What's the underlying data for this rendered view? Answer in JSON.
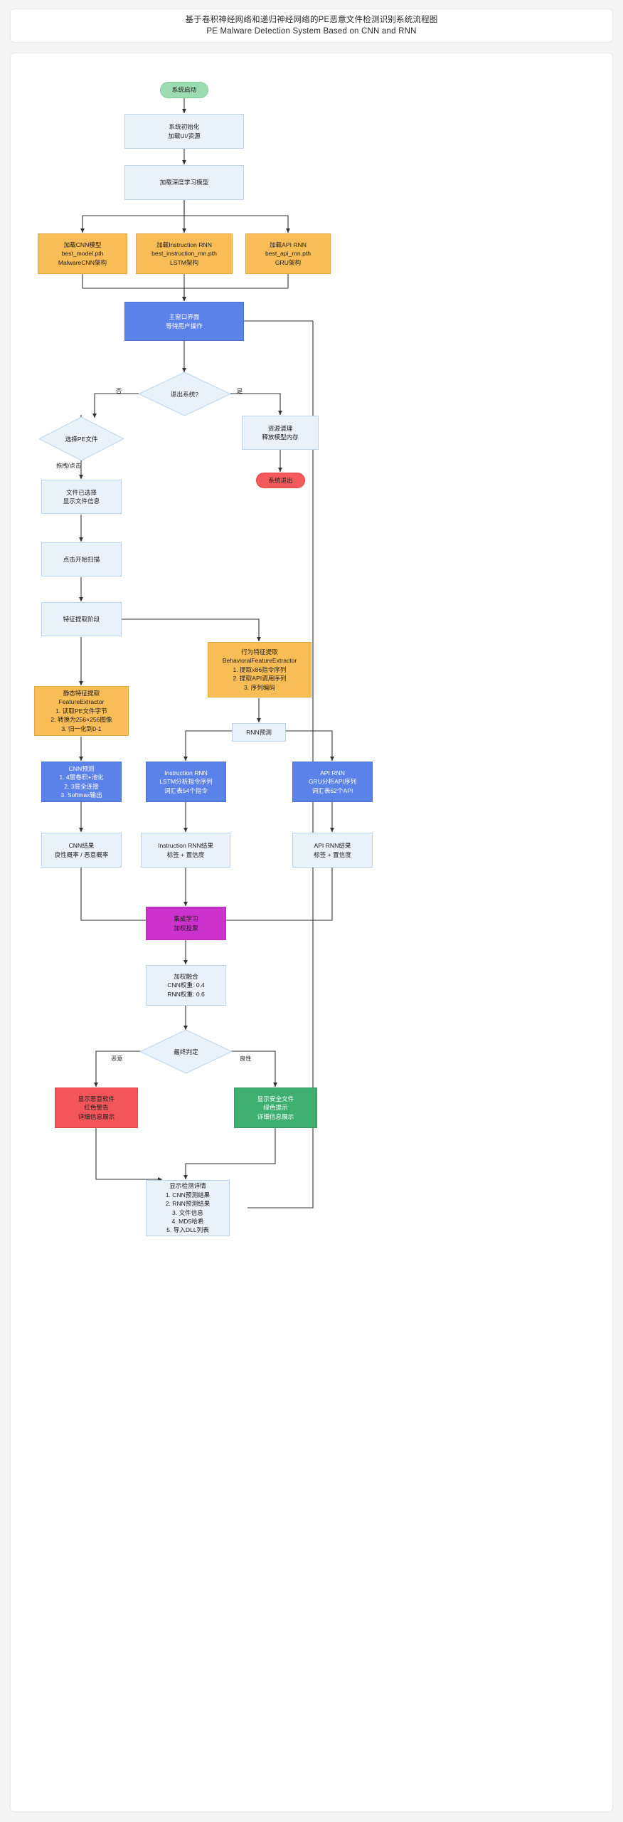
{
  "title": {
    "zh": "基于卷积神经网络和递归神经网络的PE恶意文件检测识别系统流程图",
    "en": "PE Malware Detection System Based on CNN and RNN"
  },
  "colors": {
    "page_background": "#f5f5f5",
    "card_background": "#ffffff",
    "light_blue": "#e9f1fb",
    "light_blue_border": "#bcd4ea",
    "orange": "#f8bd56",
    "blue": "#5b82e8",
    "purple": "#cc33cc",
    "red": "#f4595c",
    "green": "#3faf70",
    "start_green": "#9cdcb0",
    "edge": "#333333"
  },
  "nodes": {
    "start": {
      "lines": [
        "系统启动"
      ]
    },
    "init": {
      "lines": [
        "系统初始化",
        "加载UI/资源"
      ]
    },
    "load_models": {
      "lines": [
        "加载深度学习模型"
      ]
    },
    "load_cnn": {
      "lines": [
        "加载CNN模型",
        "best_model.pth",
        "MalwareCNN架构"
      ]
    },
    "load_instruction_rnn": {
      "lines": [
        "加载Instruction RNN",
        "best_instruction_rnn.pth",
        "LSTM架构"
      ]
    },
    "load_api_rnn": {
      "lines": [
        "加载API RNN",
        "best_api_rnn.pth",
        "GRU架构"
      ]
    },
    "main_window": {
      "lines": [
        "主窗口界面",
        "等待用户操作"
      ]
    },
    "exit_decision": {
      "lines": [
        "退出系统?"
      ]
    },
    "select_pe": {
      "lines": [
        "选择PE文件"
      ]
    },
    "cleanup": {
      "lines": [
        "资源清理",
        "释放模型内存"
      ]
    },
    "system_exit": {
      "lines": [
        "系统退出"
      ]
    },
    "file_selected": {
      "lines": [
        "文件已选择",
        "显示文件信息"
      ]
    },
    "start_scan": {
      "lines": [
        "点击开始扫描"
      ]
    },
    "feature_stage": {
      "lines": [
        "特征提取阶段"
      ]
    },
    "static_features": {
      "lines": [
        "静态特征提取",
        "FeatureExtractor",
        "1. 读取PE文件字节",
        "2. 转换为256×256图像",
        "3. 归一化到0-1"
      ]
    },
    "behavioral_features": {
      "lines": [
        "行为特征提取",
        "BehavioralFeatureExtractor",
        "1. 提取x86指令序列",
        "2. 提取API调用序列",
        "3. 序列编码"
      ]
    },
    "rnn_predict": {
      "lines": [
        "RNN预测"
      ]
    },
    "cnn_predict": {
      "lines": [
        "CNN预测",
        "1. 4层卷积+池化",
        "2. 3层全连接",
        "3. Softmax输出"
      ]
    },
    "instruction_rnn": {
      "lines": [
        "Instruction RNN",
        "LSTM分析指令序列",
        "词汇表54个指令"
      ]
    },
    "api_rnn": {
      "lines": [
        "API RNN",
        "GRU分析API序列",
        "词汇表62个API"
      ]
    },
    "cnn_result": {
      "lines": [
        "CNN结果",
        "良性概率 / 恶意概率"
      ]
    },
    "instruction_rnn_result": {
      "lines": [
        "Instruction RNN结果",
        "标签 + 置信度"
      ]
    },
    "api_rnn_result": {
      "lines": [
        "API RNN结果",
        "标签 + 置信度"
      ]
    },
    "ensemble": {
      "lines": [
        "集成学习",
        "加权投票"
      ]
    },
    "weighted_fusion": {
      "lines": [
        "加权融合",
        "CNN权重: 0.4",
        "RNN权重: 0.6"
      ]
    },
    "final_decision": {
      "lines": [
        "最终判定"
      ]
    },
    "show_malware": {
      "lines": [
        "显示恶意软件",
        "红色警告",
        "详细信息展示"
      ]
    },
    "show_safe": {
      "lines": [
        "显示安全文件",
        "绿色提示",
        "详细信息展示"
      ]
    },
    "show_details": {
      "lines": [
        "显示检测详情",
        "1. CNN预测结果",
        "2. RNN预测结果",
        "3. 文件信息",
        "4. MD5哈希",
        "5. 导入DLL列表"
      ]
    }
  },
  "edge_labels": {
    "exit_no": "否",
    "exit_yes": "是",
    "drag_click": "拖拽/点击",
    "malicious": "恶意",
    "benign": "良性"
  }
}
